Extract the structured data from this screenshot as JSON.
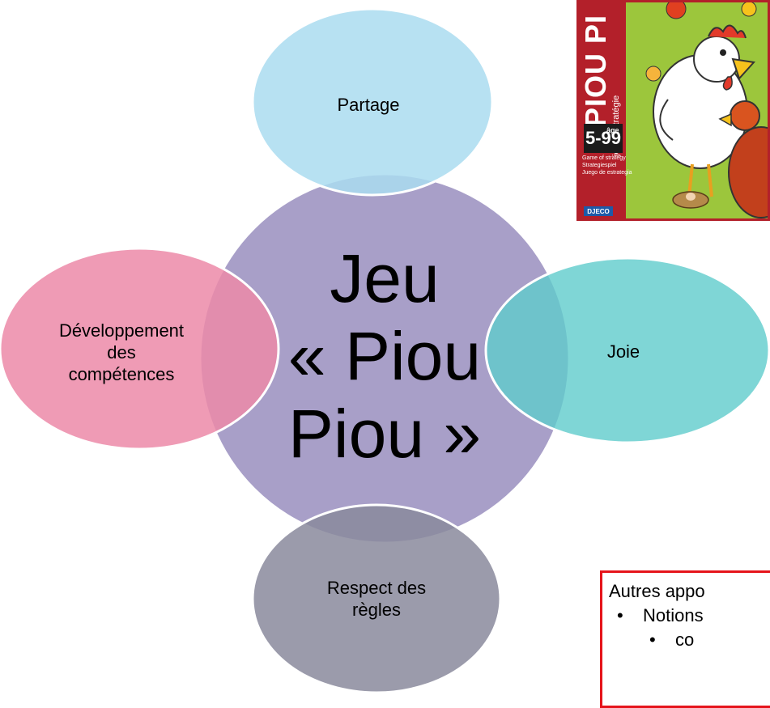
{
  "center": {
    "label": "Jeu\n« Piou\nPiou »"
  },
  "top": {
    "label": "Partage"
  },
  "left": {
    "label": "Développement\ndes\ncompétences"
  },
  "right": {
    "label": "Joie"
  },
  "bottom": {
    "label": "Respect des\nrègles"
  },
  "colors": {
    "center": "#a89fc8",
    "top": "#aadcf0",
    "left": "#ec8aa8",
    "right": "#7fd8d8",
    "bottom": "#9a9aaa",
    "callout_border": "#e5141b"
  },
  "game_box": {
    "title": "PIOU PI",
    "subtitle": "jeu de stratégie",
    "age": "5-99",
    "age_label": "âge",
    "languages": [
      "Game of strategy",
      "Strategiespiel",
      "Juego de estrategia"
    ],
    "brand": "DJECO"
  },
  "callout": {
    "title": "Autres appo",
    "items": [
      {
        "bullet": "•",
        "text": "Notions"
      },
      {
        "bullet": "•",
        "text": "co"
      }
    ]
  }
}
